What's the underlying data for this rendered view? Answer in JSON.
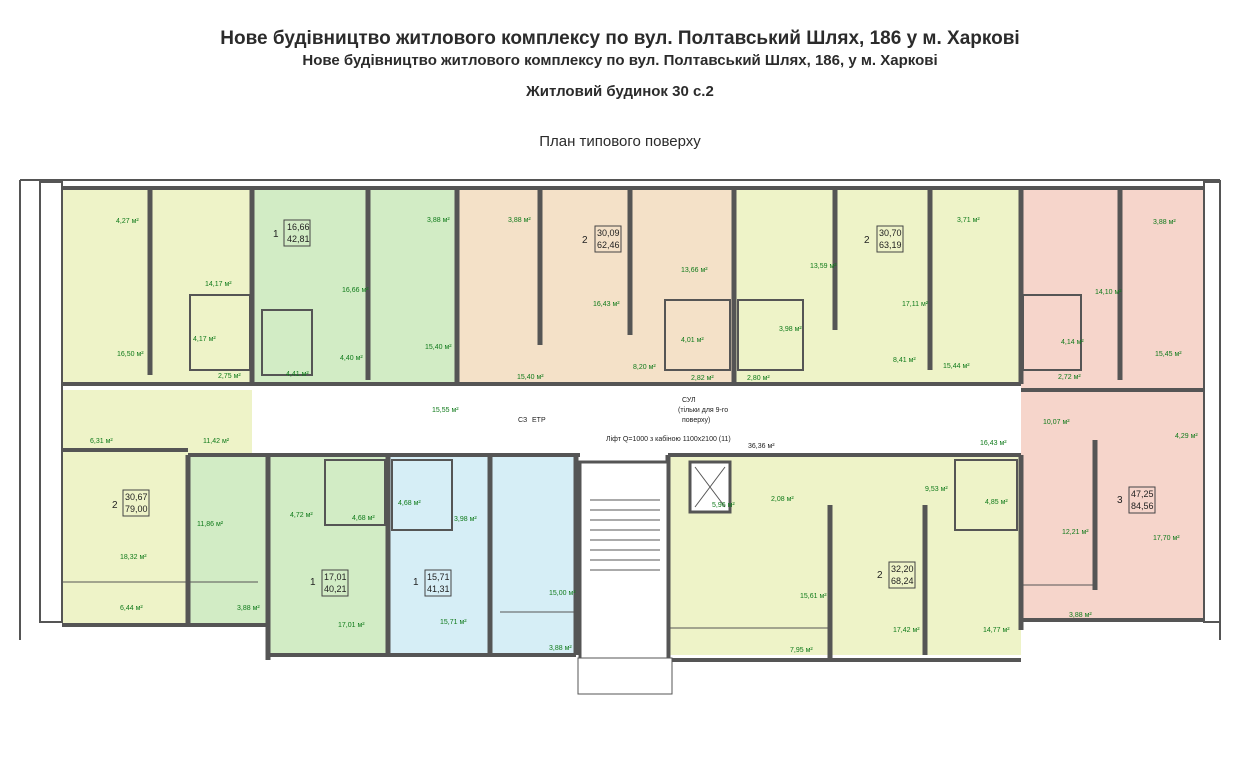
{
  "header": {
    "title": "Нове будівництво житлового комплексу по вул. Полтавський Шлях, 186 у м. Харкові",
    "subtitle": "Нове будівництво житлового комплексу по вул. Полтавський Шлях, 186, у м. Харкові",
    "building": "Житловий будинок 30 с.2",
    "plan_name": "План типового поверху"
  },
  "colors": {
    "yellow": "#eef3c8",
    "green": "#d2ecc5",
    "peach": "#f4e1c8",
    "pink": "#f6d5cb",
    "blue": "#d6eef6",
    "corridor": "#ffffff",
    "wall": "#555555",
    "area_text": "#0f7a1a"
  },
  "apartments": [
    {
      "id": "apt-top-1",
      "rooms": "1",
      "living": "16,66",
      "total": "42,81"
    },
    {
      "id": "apt-top-2a",
      "rooms": "2",
      "living": "30,09",
      "total": "62,46"
    },
    {
      "id": "apt-top-2b",
      "rooms": "2",
      "living": "30,70",
      "total": "63,19"
    },
    {
      "id": "apt-left-2",
      "rooms": "2",
      "living": "30,67",
      "total": "79,00"
    },
    {
      "id": "apt-bottom-1a",
      "rooms": "1",
      "living": "17,01",
      "total": "40,21"
    },
    {
      "id": "apt-bottom-1b",
      "rooms": "1",
      "living": "15,71",
      "total": "41,31"
    },
    {
      "id": "apt-bottom-2",
      "rooms": "2",
      "living": "32,20",
      "total": "68,24"
    },
    {
      "id": "apt-right-3",
      "rooms": "3",
      "living": "47,25",
      "total": "84,56"
    }
  ],
  "room_areas": {
    "a01": "4,27 м²",
    "a02": "14,17 м²",
    "a03": "16,50 м²",
    "a04": "4,17 м²",
    "a05": "2,75 м²",
    "a06": "16,66 м²",
    "a07": "3,88 м²",
    "a08": "4,40 м²",
    "a09": "4,41 м²",
    "a10": "15,40 м²",
    "a11": "3,88 м²",
    "a12": "15,40 м²",
    "a13": "16,43 м²",
    "a14": "13,66 м²",
    "a15": "8,20 м²",
    "a16": "4,01 м²",
    "a17": "2,82 м²",
    "a18": "13,59 м²",
    "a19": "3,98 м²",
    "a20": "2,80 м²",
    "a21": "17,11 м²",
    "a22": "8,41 м²",
    "a23": "3,71 м²",
    "a24": "15,44 м²",
    "a25": "3,88 м²",
    "a26": "14,10 м²",
    "a27": "4,14 м²",
    "a28": "15,45 м²",
    "a29": "2,72 м²",
    "a30": "6,31 м²",
    "a31": "11,42 м²",
    "a32": "15,55 м²",
    "a33": "16,43 м²",
    "a34": "10,07 м²",
    "a35": "4,29 м²",
    "a36": "11,86 м²",
    "a37": "4,72 м²",
    "a38": "4,68 м²",
    "a39": "4,68 м²",
    "a40": "3,98 м²",
    "a41": "18,32 м²",
    "a42": "6,44 м²",
    "a43": "3,88 м²",
    "a44": "17,01 м²",
    "a45": "15,71 м²",
    "a46": "15,00 м²",
    "a47": "3,88 м²",
    "a48": "5,96 м²",
    "a49": "36,36 м²",
    "a50": "2,08 м²",
    "a51": "9,53 м²",
    "a52": "4,85 м²",
    "a53": "12,21 м²",
    "a54": "17,70 м²",
    "a55": "15,61 м²",
    "a56": "7,95 м²",
    "a57": "17,42 м²",
    "a58": "14,77 м²",
    "a59": "3,88 м²"
  },
  "labels": {
    "cz": "СЗ",
    "etr": "ЕТР",
    "sul": "СУЛ",
    "sul_note_1": "(тільки для 9-го",
    "sul_note_2": "поверху)",
    "lift": "Ліфт Q=1000 з кабіною 1100х2100  (11)"
  }
}
